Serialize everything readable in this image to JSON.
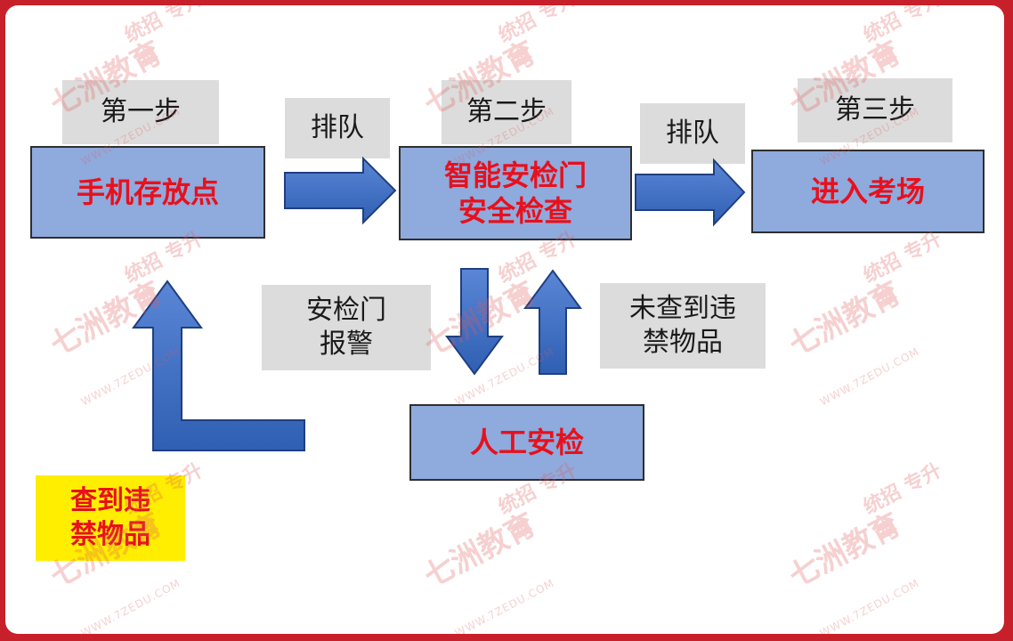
{
  "steps": {
    "step1": "第一步",
    "step2": "第二步",
    "step3": "第三步"
  },
  "queue_labels": {
    "queue1": "排队",
    "queue2": "排队"
  },
  "nodes": {
    "phone_storage": "手机存放点",
    "security_gate": "智能安检门\n安全检查",
    "enter_exam": "进入考场",
    "manual_check": "人工安检"
  },
  "branch_labels": {
    "gate_alarm": "安检门\n报警",
    "no_contraband": "未查到违\n禁物品",
    "contraband_found": "查到违\n禁物品"
  },
  "watermark": {
    "brand": "七洲教育",
    "tag1": "统招",
    "tag2": "专升本",
    "url": "WWW.7ZEDU.COM"
  },
  "colors": {
    "node_fill": "#8faadc",
    "node_text": "#e8101c",
    "arrow": "#4472c4",
    "label_fill": "#dcdcdc",
    "highlight_fill": "#ffee00",
    "frame": "#c8202a"
  },
  "icons": [
    "arrow-right-icon",
    "arrow-down-icon",
    "arrow-up-icon",
    "elbow-arrow-up-icon"
  ]
}
